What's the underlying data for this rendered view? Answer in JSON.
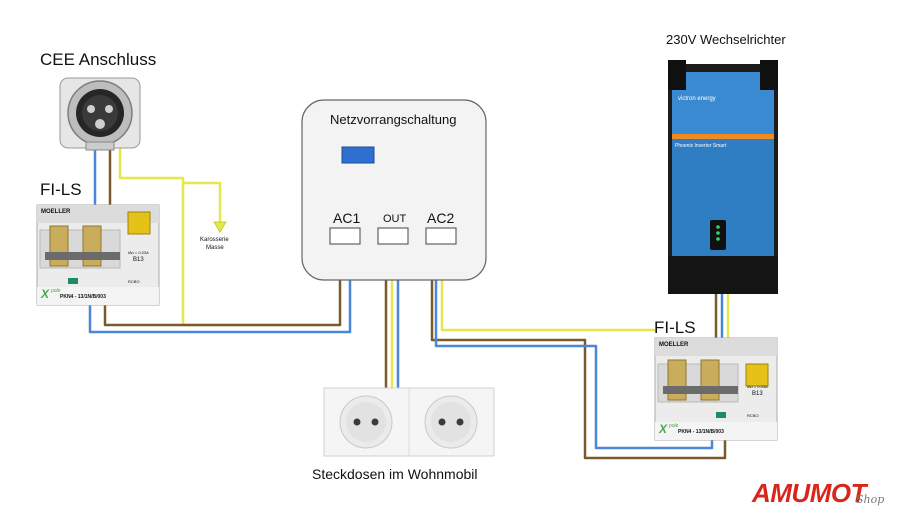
{
  "labels": {
    "cee": "CEE Anschluss",
    "fils_left": "FI-LS",
    "fils_right": "FI-LS",
    "karosserie_line1": "Karosserie",
    "karosserie_line2": "Masse",
    "netz": "Netzvorrangschaltung",
    "ac1": "AC1",
    "out": "OUT",
    "ac2": "AC2",
    "inverter_title": "230V Wechselrichter",
    "inverter_brand": "victron energy",
    "inverter_model": "Phoenix Inverter Smart",
    "steckdosen": "Steckdosen im Wohnmobil"
  },
  "breaker": {
    "brand": "MOELLER",
    "logo": "X",
    "logo_sub": "pole",
    "model": "PKN4 - 13/1N/B/003",
    "rating": "B13",
    "trip": "I∆n = 0.03A",
    "text_rcbo": "RCBO"
  },
  "logo": {
    "main": "AMUMOT",
    "sub": "Shop"
  },
  "colors": {
    "blue": "#4a86d9",
    "brown": "#7a5a2a",
    "yellow": "#e5e84a",
    "victron": "#2f7ec4",
    "orange": "#f08a24",
    "logo_red": "#d9261c"
  },
  "icons": [
    "cee-socket-icon",
    "circuit-breaker-icon",
    "inverter-icon",
    "schuko-socket-icon",
    "ground-arrow-icon"
  ]
}
